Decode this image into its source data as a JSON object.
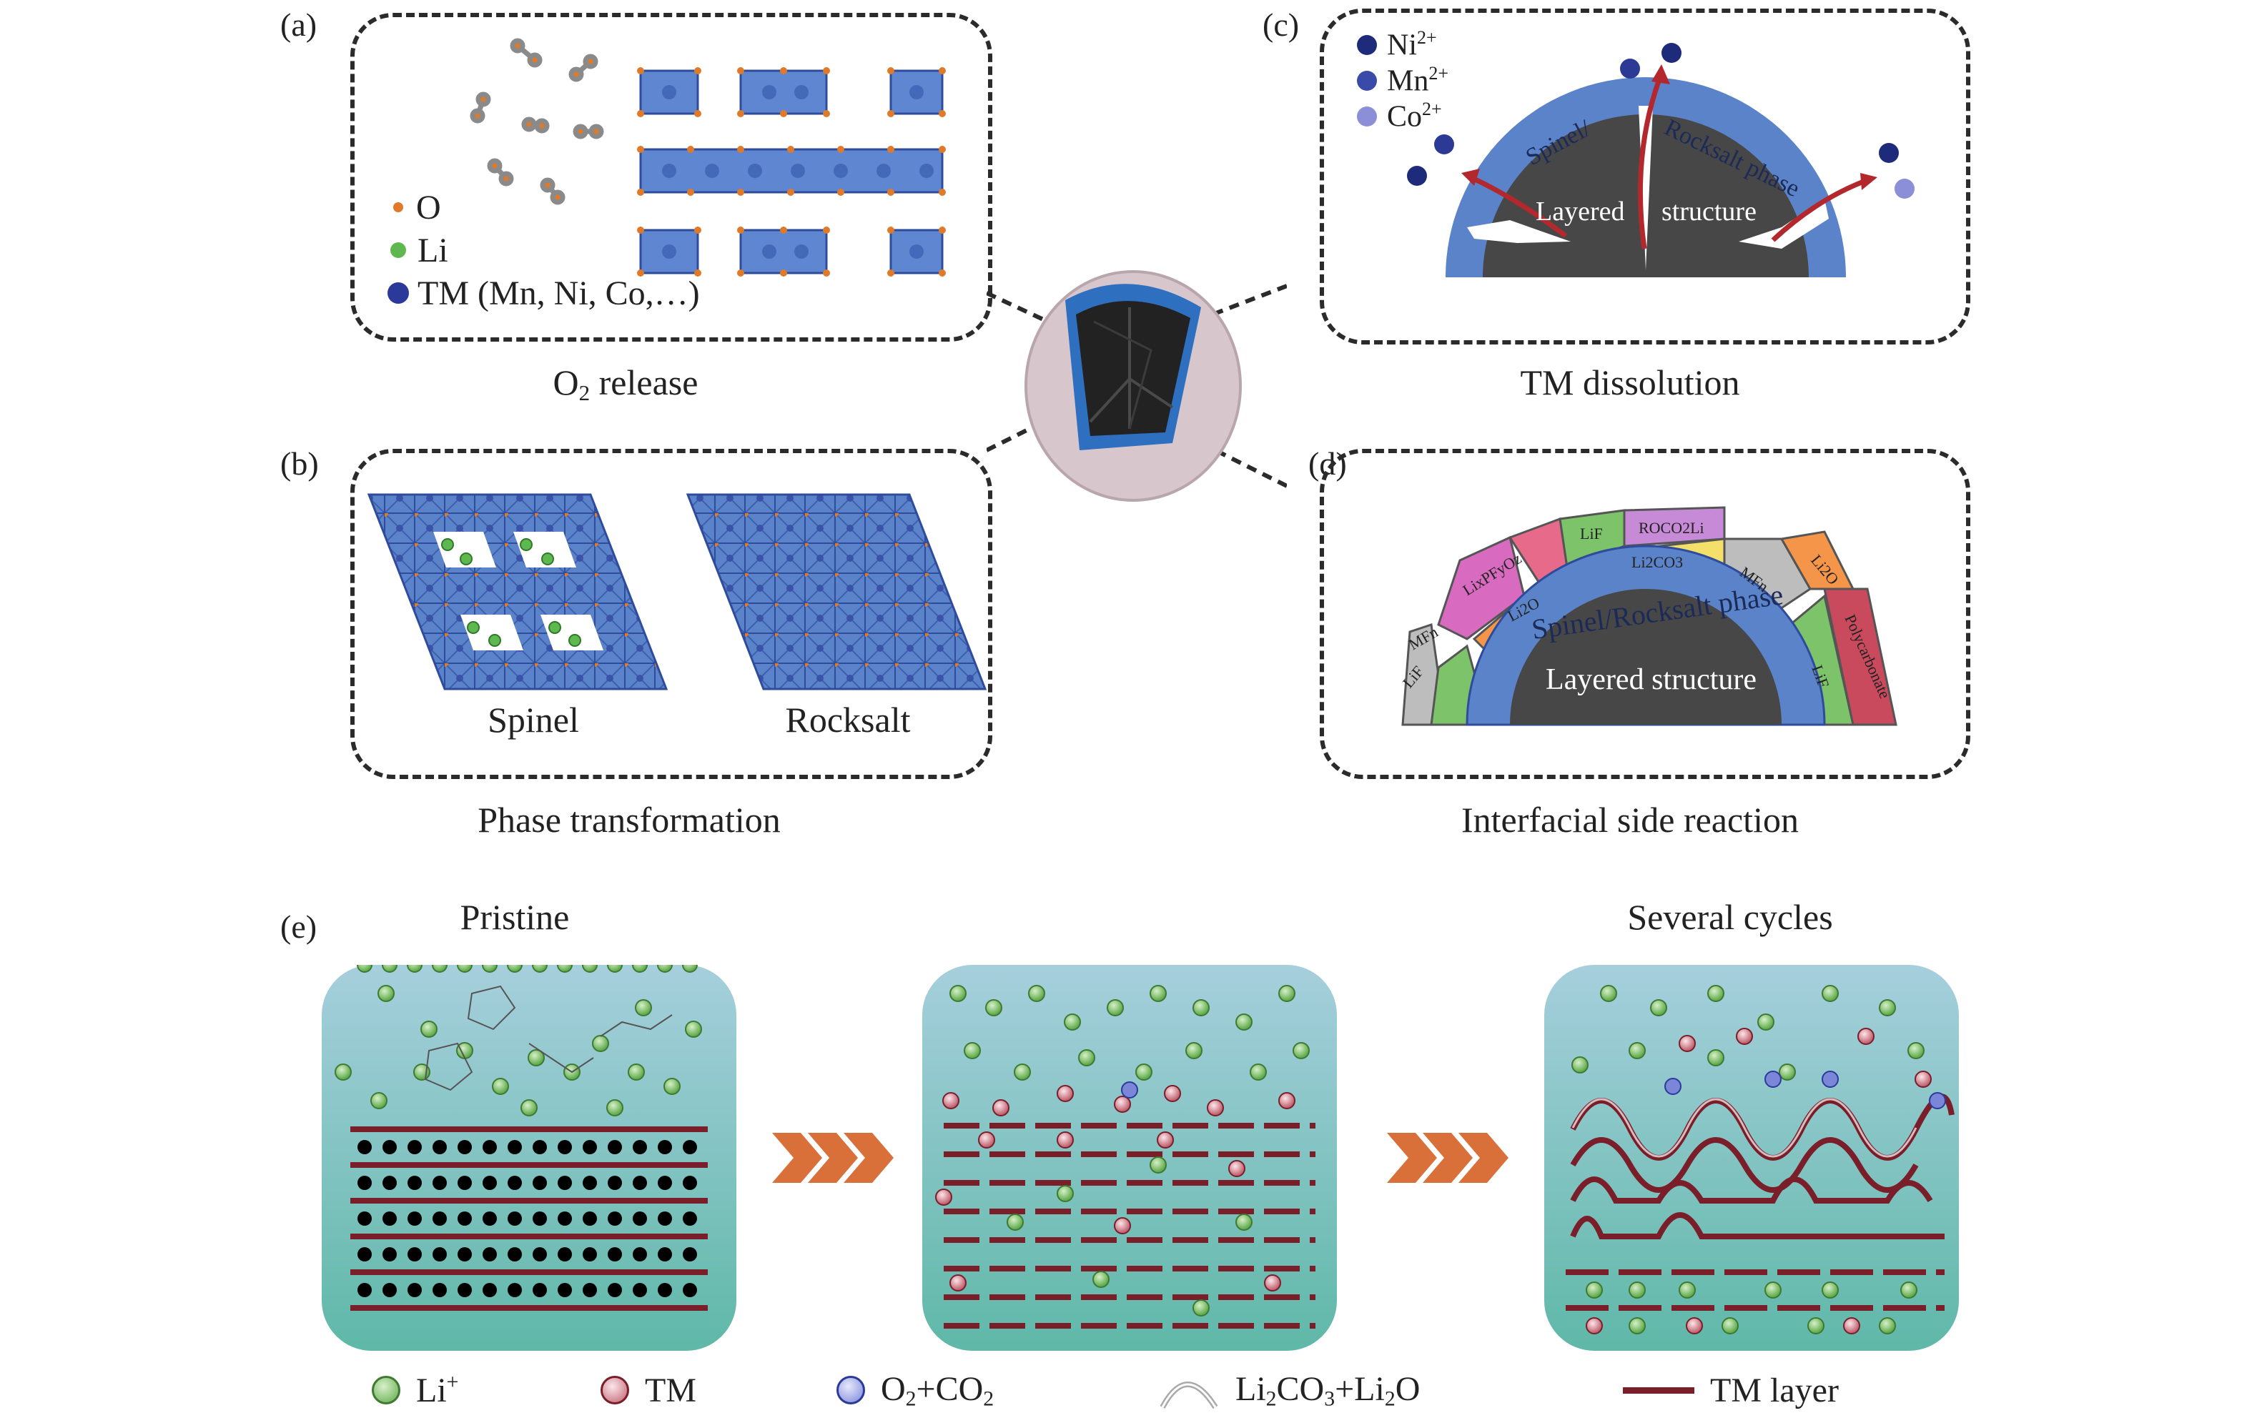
{
  "panels": {
    "a": {
      "letter": "(a)",
      "caption_main": "O",
      "caption_sub": "2",
      "caption_rest": " release",
      "legend": [
        {
          "label": "O",
          "color": "#e07a28"
        },
        {
          "label": "Li",
          "color": "#5fb84f"
        },
        {
          "label": "TM (Mn, Ni, Co,…)",
          "color": "#2b3a9a"
        }
      ]
    },
    "b": {
      "letter": "(b)",
      "caption": "Phase transformation",
      "left_label": "Spinel",
      "right_label": "Rocksalt"
    },
    "c": {
      "letter": "(c)",
      "caption": "TM dissolution",
      "legend": [
        {
          "base": "Ni",
          "sup": "2+",
          "color": "#1e2a7a"
        },
        {
          "base": "Mn",
          "sup": "2+",
          "color": "#3a4aa8"
        },
        {
          "base": "Co",
          "sup": "2+",
          "color": "#8a8fd8"
        }
      ],
      "arc_left": "Spinel/",
      "arc_right": "Rocksalt phase",
      "core_left": "Layered",
      "core_right": "structure"
    },
    "d": {
      "letter": "(d)",
      "caption": "Interfacial side reaction",
      "shell": "Spinel/Rocksalt phase",
      "core": "Layered structure",
      "segments": [
        "LiF",
        "MFn",
        "LixPFyOz",
        "Li2O",
        "LiF",
        "ROCO2Li",
        "Li2CO3",
        "MFn",
        "Li2O",
        "Polycarbonate",
        "LiF"
      ]
    },
    "e": {
      "letter": "(e)",
      "title_left": "Pristine",
      "title_right": "Several cycles",
      "legend": {
        "li": "Li",
        "li_sup": "+",
        "tm": "TM",
        "o2": "O",
        "o2_sub": "2",
        "o2_rest": "+CO",
        "o2_sub2": "2",
        "li2co3": "Li",
        "li2co3_a": "2",
        "li2co3_b": "CO",
        "li2co3_c": "3",
        "li2co3_d": "+Li",
        "li2co3_e": "2",
        "li2co3_f": "O",
        "tm_layer": "TM layer"
      }
    }
  },
  "colors": {
    "li": "#7cc464",
    "tm": "#e8a4ac",
    "tm_line": "#7a1e2a",
    "o2": "#7b86d8",
    "box_top": "#9fc9d8",
    "box_bottom": "#5fb8a8",
    "arrow": "#d9703a",
    "blue": "#5b83c9",
    "dark": "#474747"
  }
}
